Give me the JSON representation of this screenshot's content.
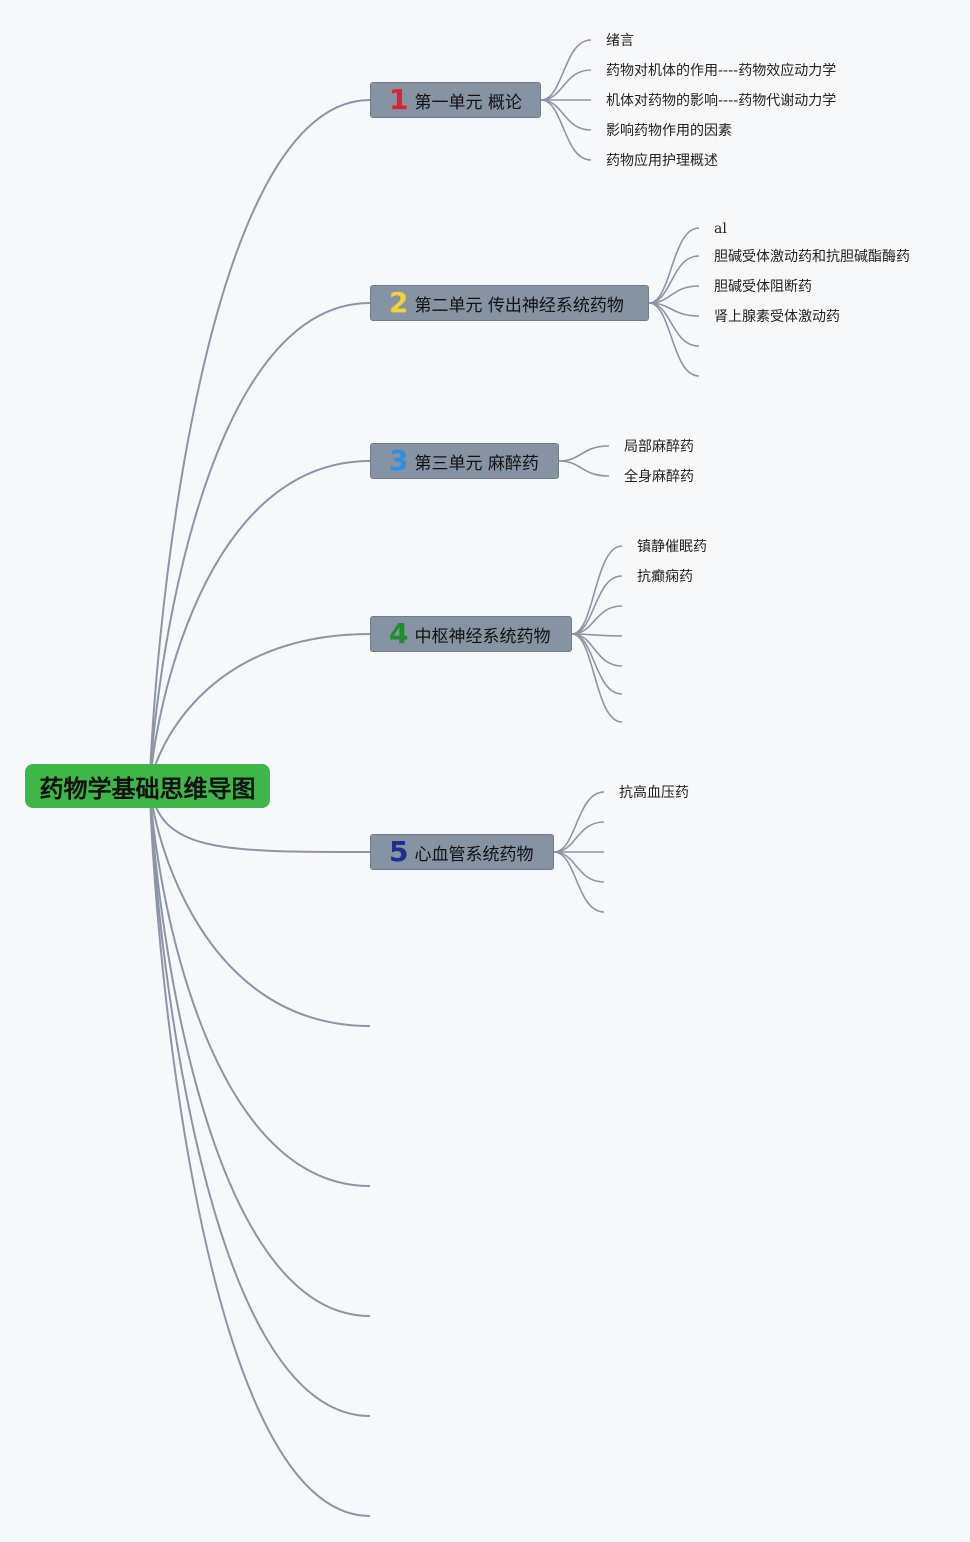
{
  "root": {
    "title": "药物学基础思维导图"
  },
  "units": [
    {
      "num": "1",
      "num_color": "#e02030",
      "label": "第一单元 概论",
      "children": [
        "绪言",
        "药物对机体的作用----药物效应动力学",
        "机体对药物的影响----药物代谢动力学",
        "影响药物作用的因素",
        "药物应用护理概述"
      ]
    },
    {
      "num": "2",
      "num_color": "#f3d23a",
      "label": "第二单元 传出神经系统药物",
      "children": [
        "al",
        "胆碱受体激动药和抗胆碱酯酶药",
        "胆碱受体阻断药",
        "肾上腺素受体激动药",
        "",
        ""
      ]
    },
    {
      "num": "3",
      "num_color": "#2e8fe0",
      "label": "第三单元 麻醉药",
      "children": [
        "局部麻醉药",
        "全身麻醉药"
      ]
    },
    {
      "num": "4",
      "num_color": "#1a8f2a",
      "label": "中枢神经系统药物",
      "children": [
        "镇静催眠药",
        "抗癫痫药",
        "",
        "",
        "",
        ""
      ]
    },
    {
      "num": "5",
      "num_color": "#1c2f8a",
      "label": "心血管系统药物",
      "children": [
        "抗高血压药",
        "",
        "",
        "",
        ""
      ]
    }
  ]
}
